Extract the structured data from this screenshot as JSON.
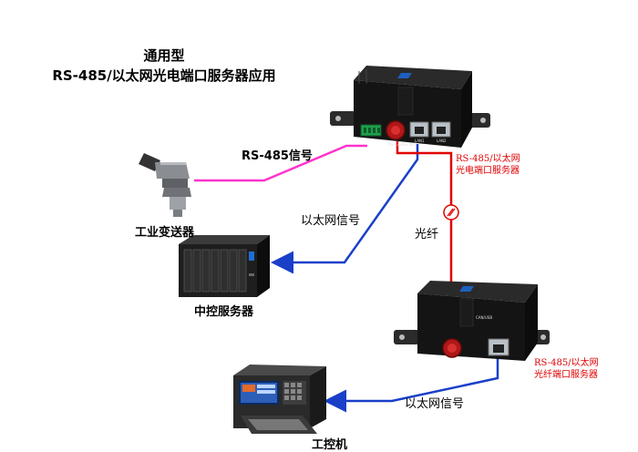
{
  "title": {
    "line1": "通用型",
    "line2": "RS-485/以太网光电端口服务器应用"
  },
  "labels": {
    "rs485_signal": "RS-485信号",
    "industrial_transmitter": "工业变送器",
    "ethernet_signal_1": "以太网信号",
    "fiber": "光纤",
    "central_server": "中控服务器",
    "ethernet_signal_2": "以太网信号",
    "industrial_pc": "工控机",
    "top_device_line1": "RS-485/以太网",
    "top_device_line2": "光电端口服务器",
    "bottom_device_line1": "RS-485/以太网",
    "bottom_device_line2": "光纤端口服务器"
  },
  "device_print": {
    "top_ports": [
      "RS-422/RS-485",
      "LAN1",
      "LAN2"
    ],
    "bottom_side": "CAN/USB"
  },
  "colors": {
    "rs485_line": "#ff33cc",
    "ethernet_line": "#1a3fc8",
    "fiber_line": "#e00000",
    "device_body": "#1b1b1b"
  },
  "icons": {
    "fiber_marker": "fiber-optic-icon",
    "arrow": "arrowhead"
  }
}
